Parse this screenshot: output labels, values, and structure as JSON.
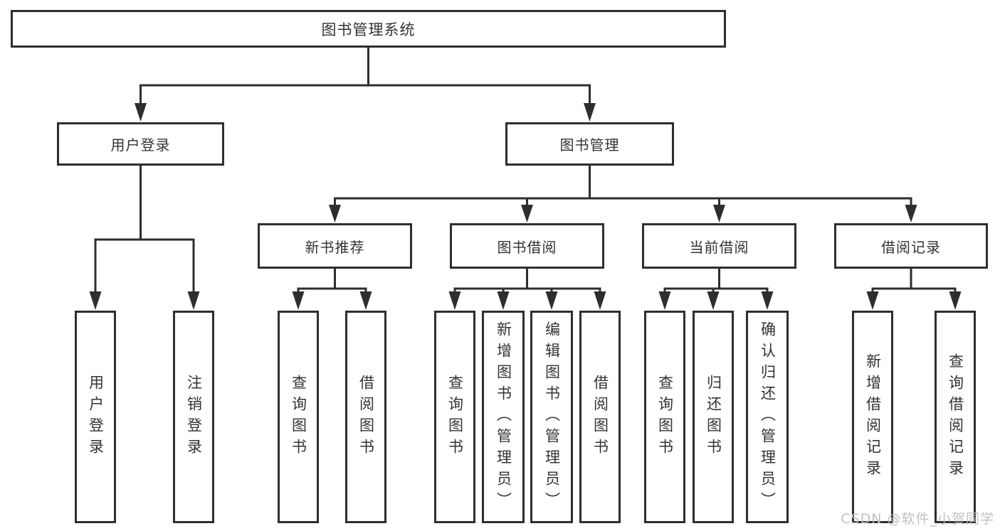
{
  "diagram": {
    "type": "hierarchy-tree",
    "orientation": "top-down"
  },
  "tree": {
    "label": "图书管理系统",
    "children": [
      {
        "label": "用户登录",
        "children": [
          {
            "label": "用户登录"
          },
          {
            "label": "注销登录"
          }
        ]
      },
      {
        "label": "图书管理",
        "children": [
          {
            "label": "新书推荐",
            "children": [
              {
                "label": "查询图书"
              },
              {
                "label": "借阅图书"
              }
            ]
          },
          {
            "label": "图书借阅",
            "children": [
              {
                "label": "查询图书"
              },
              {
                "label": "新增图书（管理员）"
              },
              {
                "label": "编辑图书（管理员）"
              },
              {
                "label": "借阅图书"
              }
            ]
          },
          {
            "label": "当前借阅",
            "children": [
              {
                "label": "查询图书"
              },
              {
                "label": "归还图书"
              },
              {
                "label": "确认归还（管理员）"
              }
            ]
          },
          {
            "label": "借阅记录",
            "children": [
              {
                "label": "新增借阅记录"
              },
              {
                "label": "查询借阅记录"
              }
            ]
          }
        ]
      }
    ]
  },
  "watermark": {
    "text": "CSDN @软件_小贺同学",
    "color": "#b7bbc1"
  },
  "colors": {
    "line": "#2e2e2e",
    "box_border": "#2e2e2e",
    "text": "#333333",
    "background": "#ffffff"
  }
}
